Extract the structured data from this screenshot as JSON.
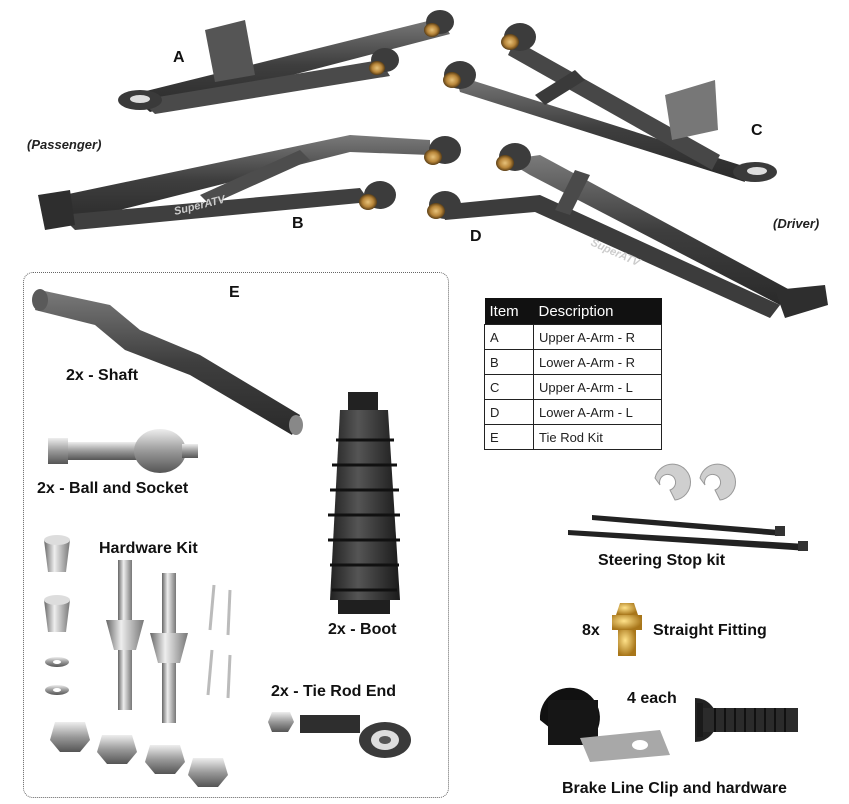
{
  "labels": {
    "a": "A",
    "b": "B",
    "c": "C",
    "d": "D",
    "e": "E",
    "passenger": "(Passenger)",
    "driver": "(Driver)",
    "brand": "SuperATV"
  },
  "table": {
    "headers": [
      "Item",
      "Description"
    ],
    "rows": [
      [
        "A",
        "Upper A-Arm - R"
      ],
      [
        "B",
        "Lower A-Arm - R"
      ],
      [
        "C",
        "Upper A-Arm - L"
      ],
      [
        "D",
        "Lower A-Arm - L"
      ],
      [
        "E",
        "Tie Rod Kit"
      ]
    ]
  },
  "captions": {
    "shaft": "2x - Shaft",
    "ball_socket": "2x - Ball and Socket",
    "hardware_kit": "Hardware Kit",
    "boot": "2x - Boot",
    "tie_rod_end": "2x - Tie Rod End",
    "steering_stop": "Steering Stop kit",
    "fitting_qty": "8x",
    "fitting": "Straight Fitting",
    "each": "4 each",
    "brake_clip": "Brake Line Clip and hardware"
  }
}
